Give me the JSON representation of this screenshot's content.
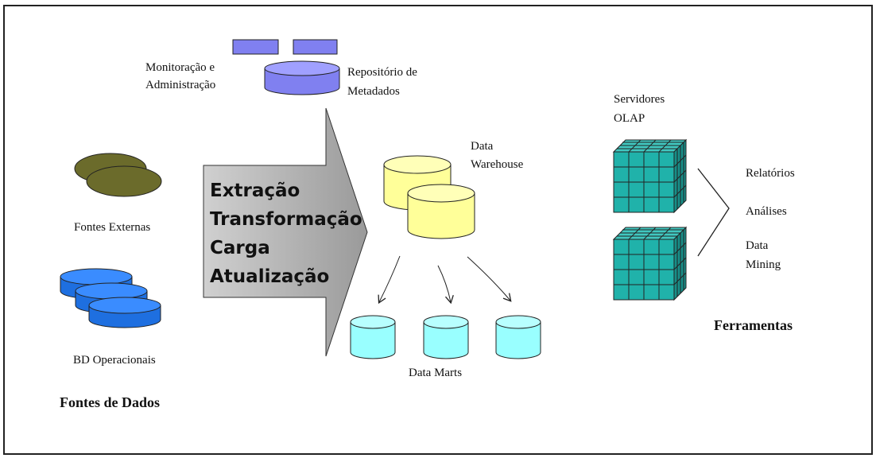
{
  "sources": {
    "external_label": "Fontes Externas",
    "operational_label": "BD Operacionais",
    "group_title": "Fontes de Dados"
  },
  "metadata": {
    "monitor_line1": "Monitoração e",
    "monitor_line2": "Administração",
    "repo_line1": "Repositório de",
    "repo_line2": "Metadados"
  },
  "etl": {
    "line1": "Extração",
    "line2": "Transformação",
    "line3": "Carga",
    "line4": "Atualização"
  },
  "warehouse": {
    "line1": "Data",
    "line2": "Warehouse"
  },
  "marts": {
    "label": "Data Marts"
  },
  "olap": {
    "line1": "Servidores",
    "line2": "OLAP"
  },
  "tools": {
    "item1": "Relatórios",
    "item2": "Análises",
    "item3_line1": "Data",
    "item3_line2": "Mining",
    "group_title": "Ferramentas"
  },
  "colors": {
    "external_sources": "#6b6b2b",
    "operational_db": "#1e6fe0",
    "metadata": "#8080f0",
    "warehouse": "#ffff99",
    "marts": "#99ffff",
    "olap_cube": "#20b2aa",
    "etl_arrow": "#c8c8c8"
  }
}
